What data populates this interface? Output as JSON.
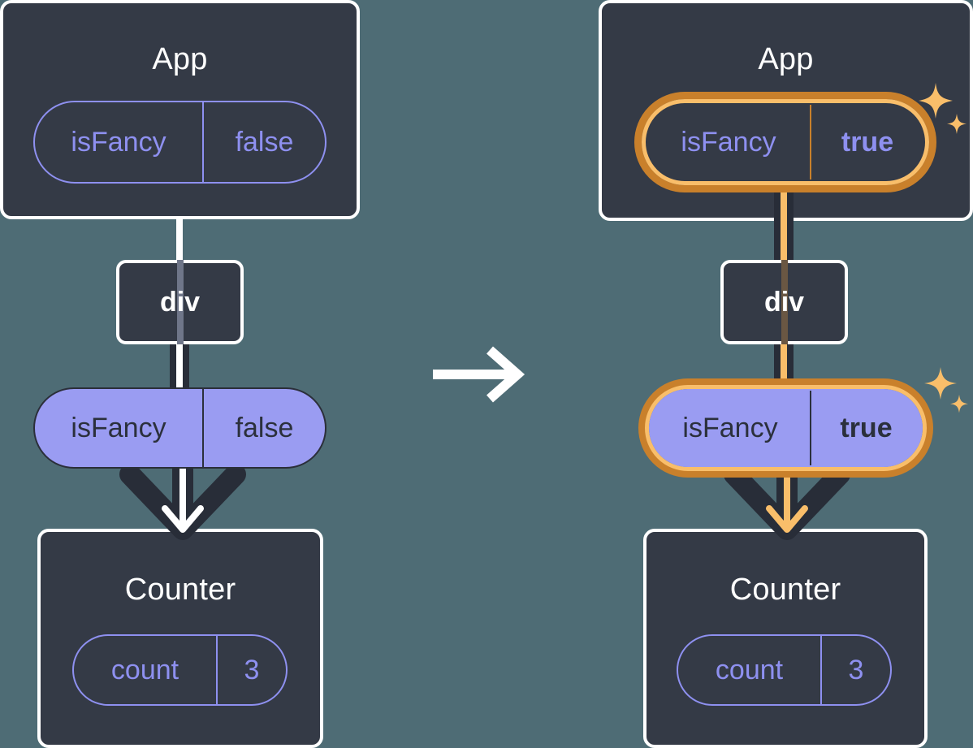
{
  "diagram": {
    "title": "React state update propagation diagram",
    "background_color": "#4E6C75",
    "panels": [
      {
        "id": "before",
        "label": "before",
        "app": {
          "title": "App",
          "state_pill": {
            "key": "isFancy",
            "value": "false",
            "highlighted": false,
            "style": "outline"
          }
        },
        "div_node": {
          "label": "div"
        },
        "prop_pill": {
          "key": "isFancy",
          "value": "false",
          "highlighted": false,
          "style": "filled"
        },
        "counter": {
          "title": "Counter",
          "state_pill": {
            "key": "count",
            "value": "3",
            "highlighted": false,
            "style": "outline"
          }
        },
        "flow_color": "#FFFFFF",
        "has_sparkles": false
      },
      {
        "id": "after",
        "label": "after",
        "app": {
          "title": "App",
          "state_pill": {
            "key": "isFancy",
            "value": "true",
            "highlighted": true,
            "style": "outline"
          }
        },
        "div_node": {
          "label": "div"
        },
        "prop_pill": {
          "key": "isFancy",
          "value": "true",
          "highlighted": true,
          "style": "filled"
        },
        "counter": {
          "title": "Counter",
          "state_pill": {
            "key": "count",
            "value": "3",
            "highlighted": false,
            "style": "outline"
          }
        },
        "flow_color": "#F9BE6A",
        "has_sparkles": true
      }
    ],
    "transition": {
      "icon": "arrow-right-icon",
      "color": "#FFFFFF"
    },
    "colors": {
      "background": "#4E6C75",
      "box_fill": "#343A46",
      "box_border": "#FFFFFF",
      "pill_fill": "#9A9CF2",
      "pill_outline": "#8E90F0",
      "pill_text_dark": "#2B303C",
      "highlight_outer": "#C9802B",
      "highlight_inner": "#F9BE6A",
      "wire_dark": "#282D38",
      "wire_light": "#FFFFFF",
      "sparkle": "#F9BE6A"
    }
  }
}
